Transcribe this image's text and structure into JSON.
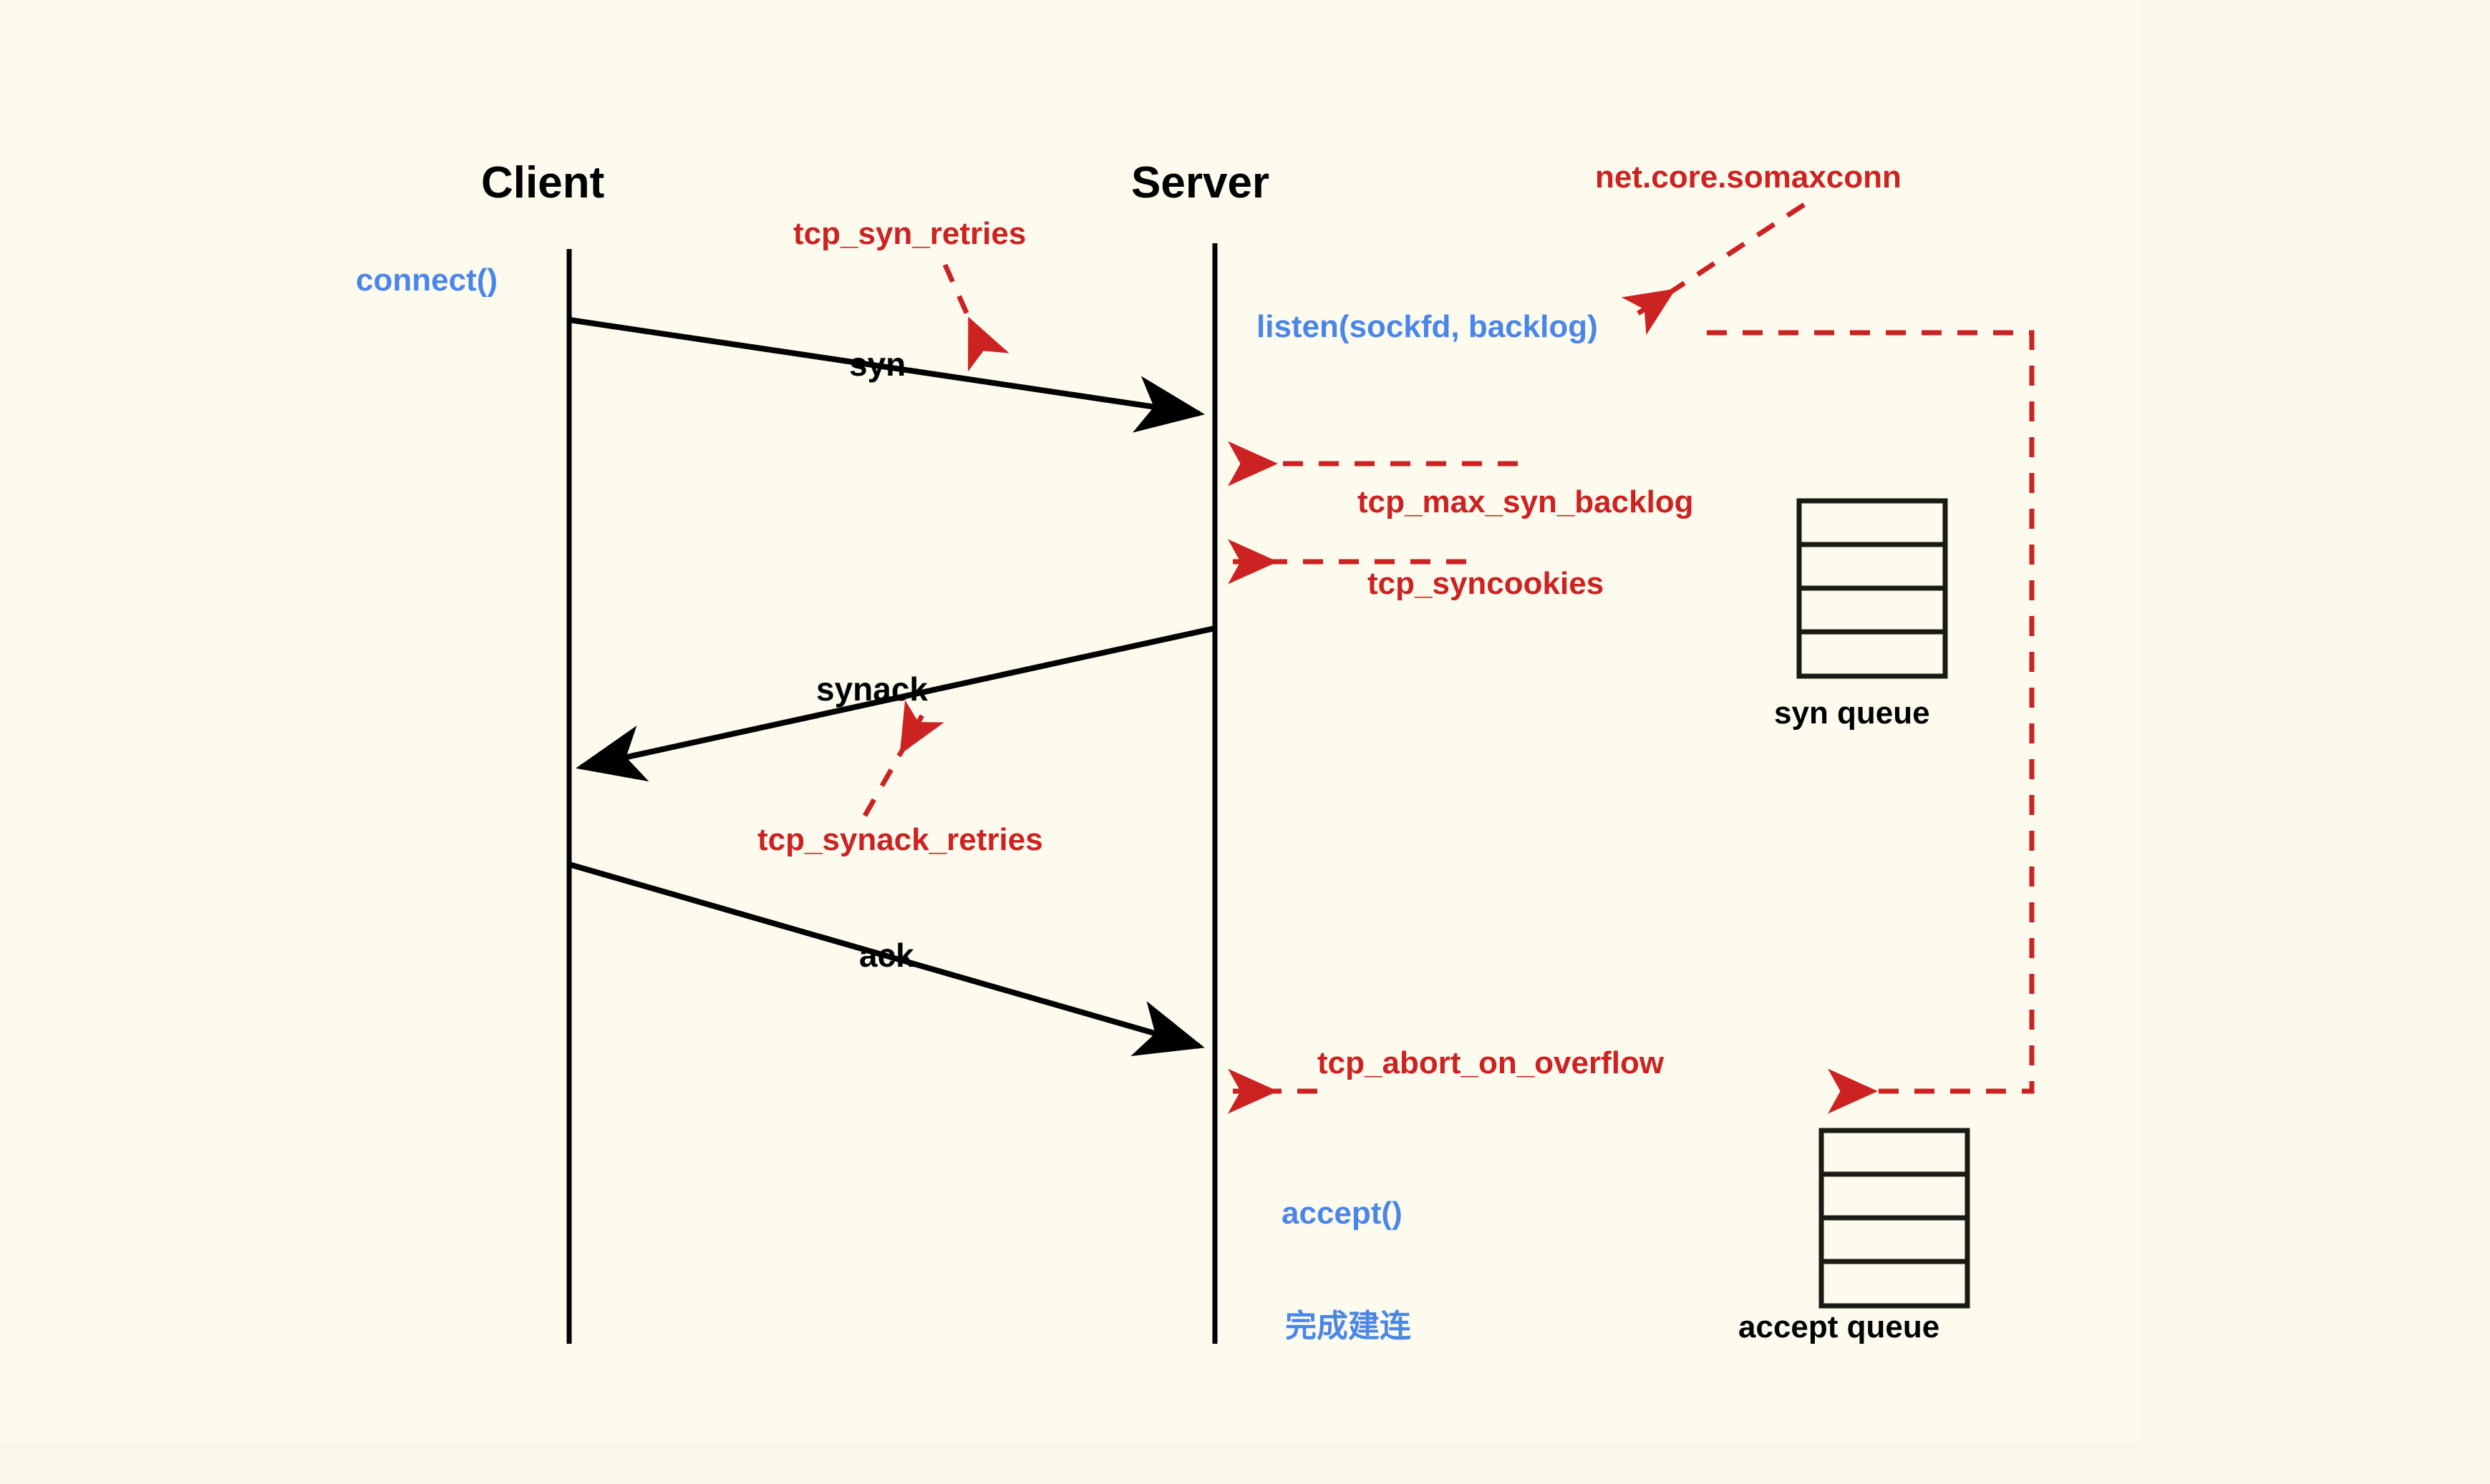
{
  "title": "TCP three-way handshake with syn queue and accept queue",
  "colors": {
    "background": "#FAF7E9",
    "canvas": "#FDFAEE",
    "sysctl_red": "#CC2222",
    "api_blue": "#4A86E8",
    "line_black": "#000000"
  },
  "actors": {
    "client": "Client",
    "server": "Server"
  },
  "messages": {
    "syn": "syn",
    "synack": "synack",
    "ack": "ack"
  },
  "api_calls": {
    "connect": "connect()",
    "listen": "listen(sockfd, backlog)",
    "accept": "accept()",
    "established": "完成建连"
  },
  "sysctl_params": {
    "tcp_syn_retries": "tcp_syn_retries",
    "net_core_somaxconn": "net.core.somaxconn",
    "tcp_max_syn_backlog": "tcp_max_syn_backlog",
    "tcp_syncookies": "tcp_syncookies",
    "tcp_synack_retries": "tcp_synack_retries",
    "tcp_abort_on_overflow": "tcp_abort_on_overflow"
  },
  "queues": {
    "syn_queue": {
      "label": "syn queue",
      "slots": 4
    },
    "accept_queue": {
      "label": "accept queue",
      "slots": 4
    }
  }
}
